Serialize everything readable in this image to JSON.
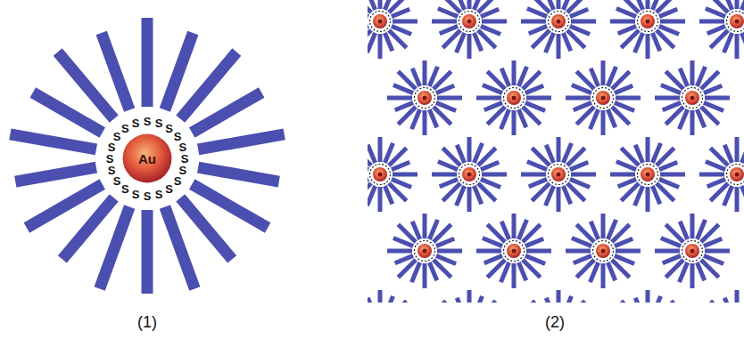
{
  "diagram": {
    "nodes": [
      {
        "text": [
          "Au"
        ]
      }
    ],
    "labels": [
      "(1)",
      "(2)",
      "S",
      "S",
      "S",
      "S",
      "S",
      "S",
      "S",
      "S",
      "S",
      "S",
      "S",
      "S",
      "S",
      "S",
      "S",
      "S",
      "S",
      "S",
      "S",
      "S"
    ]
  }
}
